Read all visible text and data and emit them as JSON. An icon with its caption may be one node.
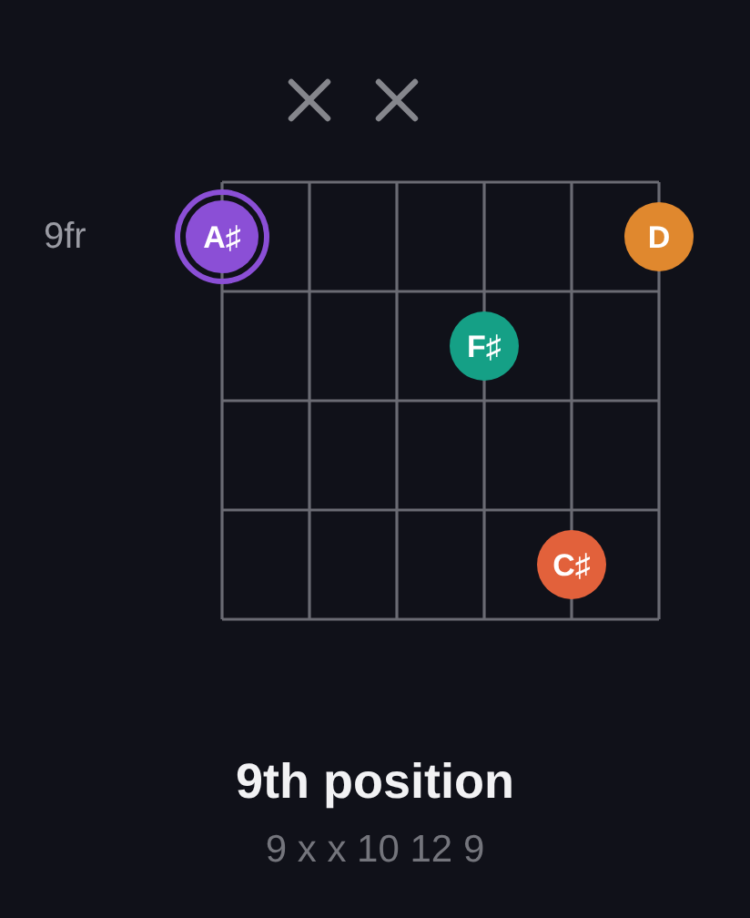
{
  "diagram": {
    "title": "9th position",
    "caption": "9 x x 10 12 9",
    "nodes": [
      {
        "text": [
          "A♯"
        ]
      },
      {
        "text": [
          "D"
        ]
      },
      {
        "text": [
          "F♯"
        ]
      },
      {
        "text": [
          "C♯"
        ]
      }
    ],
    "labels": [
      "9fr"
    ]
  }
}
